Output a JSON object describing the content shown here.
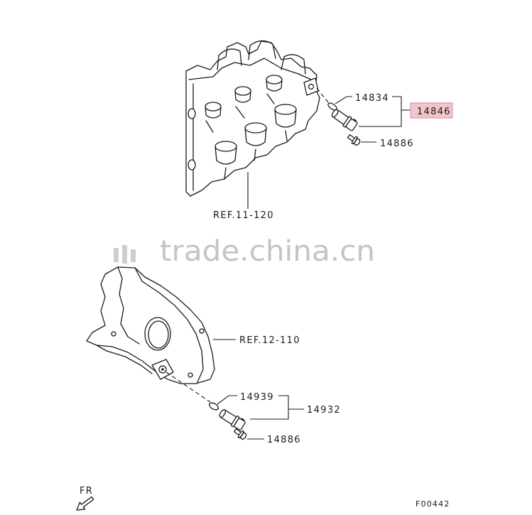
{
  "diagram": {
    "callouts": {
      "head_oring": "14834",
      "head_sensor_assembly": "14846",
      "head_bolt": "14886",
      "head_reference": "REF.11-120",
      "cover_reference": "REF.12-110",
      "cover_oring": "14939",
      "cover_sensor_assembly": "14932",
      "cover_bolt": "14886"
    },
    "front_marker": "FR",
    "figure_code": "F00442"
  },
  "watermark": "trade.china.cn",
  "colors": {
    "line": "#1a1a1a",
    "highlight": "#f2c5cb",
    "highlight_border": "#d58a96",
    "watermark": "#c4c4c4",
    "background": "#ffffff"
  }
}
